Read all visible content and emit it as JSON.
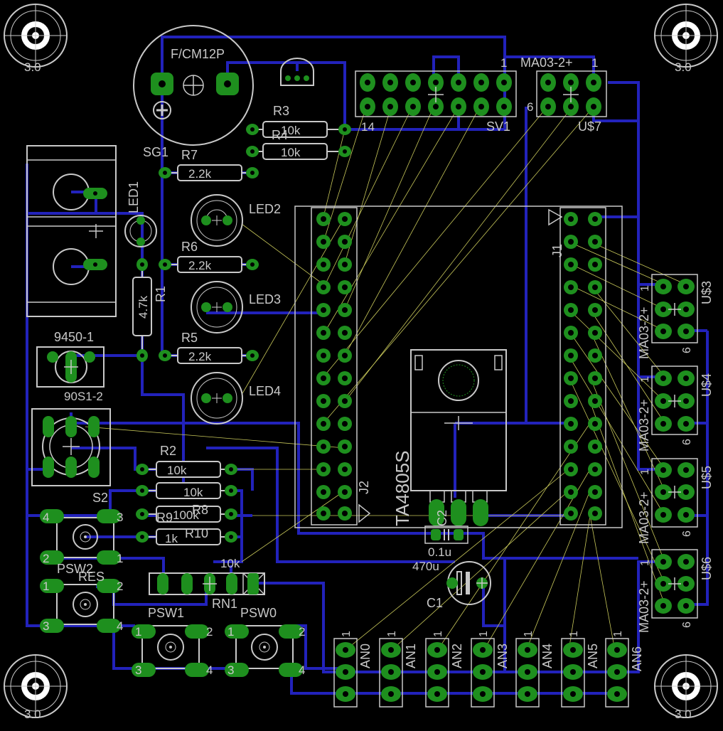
{
  "colors": {
    "background": "#000000",
    "outline": "#c8c8c8",
    "trace": "#2222bb",
    "pad": "#1e8f1e",
    "airwire": "#c8c85a",
    "hole_white": "#ffffff",
    "label": "#c8c8c8"
  },
  "labels": {
    "hole_tl": "3.0",
    "hole_tr": "3.0",
    "hole_bl": "3.0",
    "hole_br": "3.0",
    "sg1_part": "F/CM12P",
    "sg1_name": "SG1",
    "sv1_pin1": "1",
    "sv1_pin14": "14",
    "sv1_name": "SV1",
    "us7_part": "MA03-2+",
    "us7_pin1": "1",
    "us7_pin6": "6",
    "us7_name": "U$7",
    "r3_name": "R3",
    "r3_value": "10k",
    "r4_name": "R4",
    "r4_value": "10k",
    "r7_name": "R7",
    "r7_value": "2.2k",
    "r6_name": "R6",
    "r6_value": "2.2k",
    "r5_name": "R5",
    "r5_value": "2.2k",
    "led1": "LED1",
    "led2": "LED2",
    "led3": "LED3",
    "led4": "LED4",
    "r1_name": "R1",
    "r1_value": "4.7k",
    "sw9450_name": "9450-1",
    "s1_text": "90S1-2",
    "s2_name": "S2",
    "r2_name": "R2",
    "r2_value": "10k",
    "r8_value": "10k",
    "r8_name": "R8",
    "r9_name": "R9",
    "r9_value": "100k",
    "r10_value": "1k",
    "r10_name": "R10",
    "psw2_name": "PSW2",
    "res_name": "RES",
    "pin_1": "1",
    "pin_2": "2",
    "pin_3": "3",
    "pin_4": "4",
    "rn1_value": "10k",
    "rn1_name": "RN1",
    "psw1_name": "PSW1",
    "psw0_name": "PSW0",
    "c2_name": "C2",
    "c2_value": "0.1u",
    "c1_value": "470u",
    "c1_name": "C1",
    "ic_name": "TA4805S",
    "j1_name": "J1",
    "j2_name": "J2",
    "us3_part": "MA03-2+",
    "us3_name": "U$3",
    "us4_part": "MA03-2+",
    "us4_name": "U$4",
    "us5_part": "MA03-2+",
    "us5_name": "U$5",
    "us6_part": "MA03-2+",
    "us6_name": "U$6",
    "an0": "AN0",
    "an1": "AN1",
    "an2": "AN2",
    "an3": "AN3",
    "an4": "AN4",
    "an5": "AN5",
    "an6": "AN6"
  }
}
